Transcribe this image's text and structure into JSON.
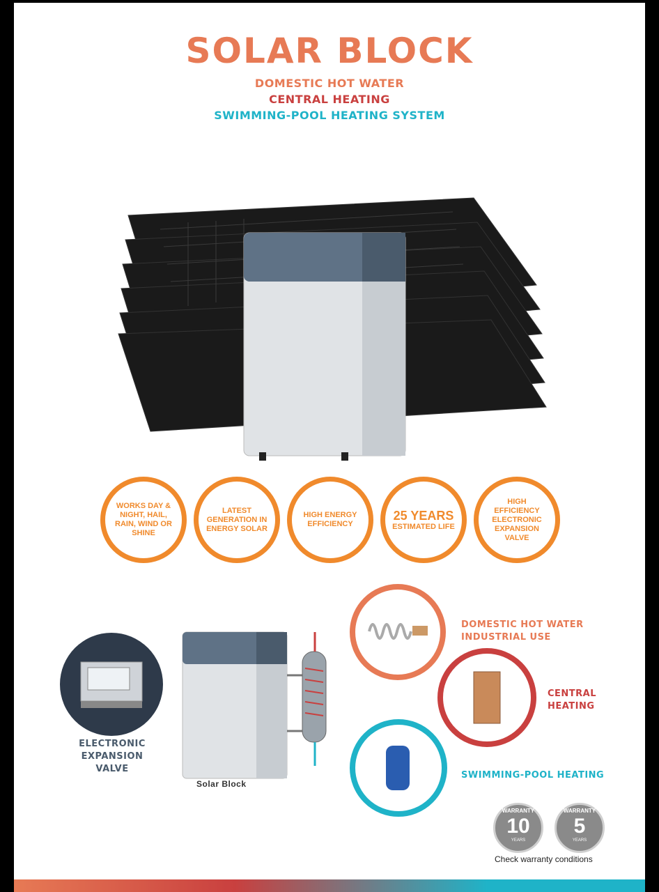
{
  "header": {
    "title": "SOLAR BLOCK",
    "subtitle_1": "DOMESTIC HOT WATER",
    "subtitle_2": "CENTRAL HEATING",
    "subtitle_3": "SWIMMING-POOL HEATING SYSTEM"
  },
  "features": [
    {
      "text": "WORKS DAY & NIGHT, HAIL, RAIN, WIND OR SHINE"
    },
    {
      "text": "LATEST GENERATION IN ENERGY SOLAR"
    },
    {
      "text": "HIGH ENERGY EFFICIENCY"
    },
    {
      "big": "25 YEARS",
      "text": "ESTIMATED LIFE"
    },
    {
      "text": "HIGH EFFICIENCY ELECTRONIC EXPANSION VALVE"
    }
  ],
  "diagram": {
    "valve_label_1": "ELECTRONIC",
    "valve_label_2": "EXPANSION VALVE",
    "unit_caption": "Solar Block",
    "dhw_1": "DOMESTIC HOT WATER",
    "dhw_2": "INDUSTRIAL USE",
    "heating_1": "CENTRAL",
    "heating_2": "HEATING",
    "pool": "SWIMMING-POOL HEATING"
  },
  "warranty": {
    "badge_1_label": "WARRANTY",
    "badge_1_years": "10",
    "badge_1_unit": "YEARS",
    "badge_2_label": "WARRANTY",
    "badge_2_years": "5",
    "badge_2_unit": "YEARS",
    "note": "Check warranty conditions"
  },
  "colors": {
    "orange": "#f08a2c",
    "coral": "#e77a55",
    "red": "#c9403f",
    "cyan": "#1fb3c8"
  }
}
